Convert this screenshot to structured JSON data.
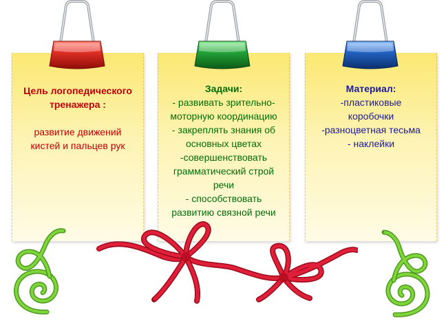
{
  "cards": {
    "goal": {
      "title_line1": "Цель логопедического",
      "title_line2": "тренажера :",
      "body_line1": "развитие движений",
      "body_line2": "кистей и пальцев рук",
      "clip_color": "#d9261c",
      "text_color": "#c0000a"
    },
    "tasks": {
      "title": "Задачи:",
      "lines": [
        "- развивать зрительно-",
        "моторную координацию",
        "- закреплять знания об",
        "основных цветах",
        "-совершенствовать",
        "грамматический строй",
        "речи",
        "- способствовать",
        "развитию связной речи"
      ],
      "clip_color": "#1f9a34",
      "text_color": "#006e0a"
    },
    "material": {
      "title": "Материал:",
      "lines": [
        "-пластиковые",
        "коробочки",
        "-разноцветная тесьма",
        "- наклейки"
      ],
      "clip_color": "#1a5fc4",
      "text_color": "#1a1a9a"
    }
  },
  "decorations": {
    "green_cord_color": "#6cc830",
    "red_cord_color": "#d4142a"
  }
}
